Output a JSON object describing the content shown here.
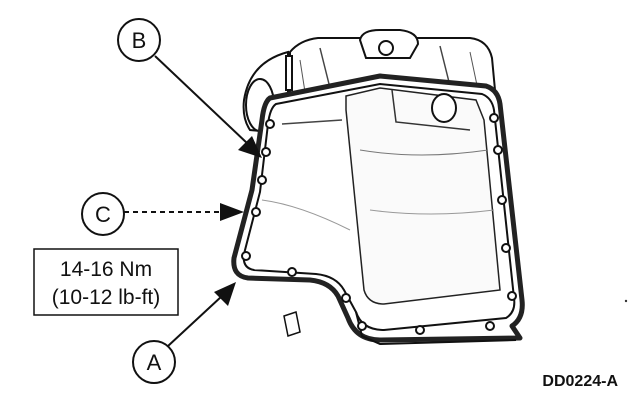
{
  "callouts": {
    "b": "B",
    "c": "C",
    "a": "A"
  },
  "torque_spec": {
    "line1": "14-16 Nm",
    "line2": "(10-12 lb-ft)"
  },
  "figure_code": "DD0224-A",
  "colors": {
    "ink": "#111111",
    "paper": "#ffffff",
    "gasket": "#333333"
  }
}
